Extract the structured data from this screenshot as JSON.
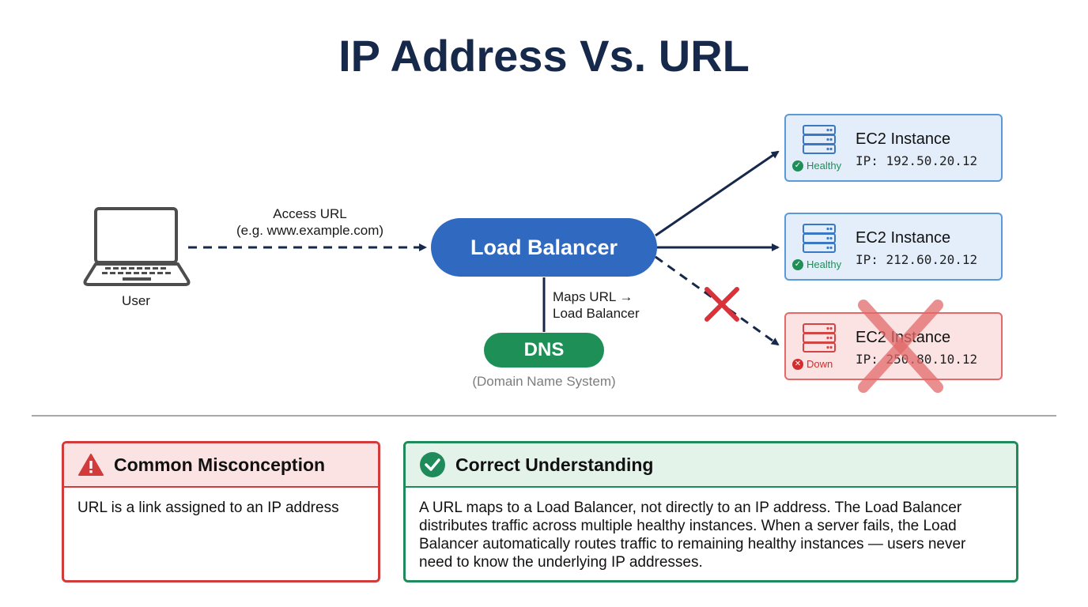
{
  "title": "IP Address Vs. URL",
  "user": {
    "label": "User"
  },
  "access": {
    "line1": "Access URL",
    "line2": "(e.g. www.example.com)"
  },
  "load_balancer": {
    "label": "Load Balancer"
  },
  "maps": {
    "line1": "Maps URL →",
    "line2": "Load Balancer"
  },
  "dns": {
    "label": "DNS",
    "subtitle": "(Domain Name System)"
  },
  "instances": [
    {
      "title": "EC2 Instance",
      "ip": "IP: 192.50.20.12",
      "status": "Healthy"
    },
    {
      "title": "EC2 Instance",
      "ip": "IP: 212.60.20.12",
      "status": "Healthy"
    },
    {
      "title": "EC2 Instance",
      "ip": "IP: 250.80.10.12",
      "status": "Down"
    }
  ],
  "misconception": {
    "heading": "Common Misconception",
    "body": "URL is a link assigned to an IP address"
  },
  "correct": {
    "heading": "Correct Understanding",
    "body": "A URL maps to a Load Balancer, not directly to an IP address. The Load Balancer distributes traffic across multiple healthy instances. When a server fails, the Load Balancer automatically routes traffic to remaining healthy instances — users never need to know the underlying IP addresses."
  },
  "colors": {
    "navy": "#16294a",
    "blue": "#2f6ac0",
    "green": "#1f8f58",
    "red": "#d23b3b"
  }
}
